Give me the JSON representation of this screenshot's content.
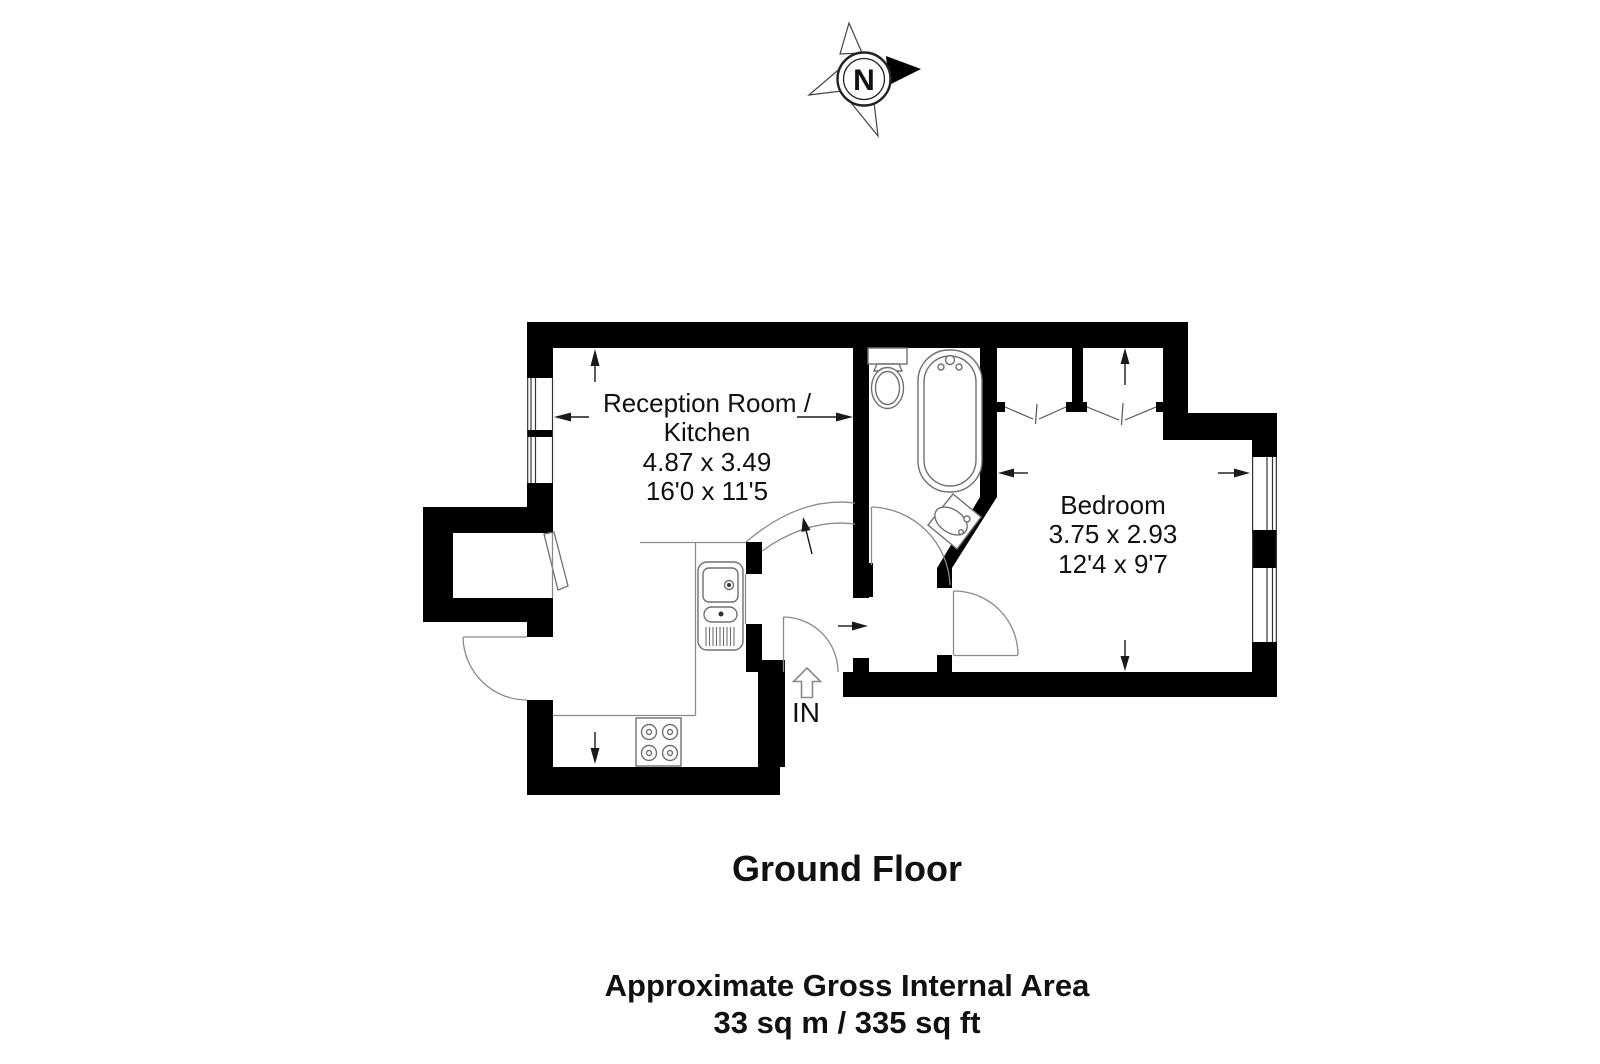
{
  "compass": {
    "north_label": "N"
  },
  "plan": {
    "reception": {
      "name_line1": "Reception Room /",
      "name_line2": "Kitchen",
      "size_metric": "4.87 x 3.49",
      "size_imperial": "16'0 x 11'5"
    },
    "bedroom": {
      "name": "Bedroom",
      "size_metric": "3.75 x 2.93",
      "size_imperial": "12'4 x 9'7"
    },
    "entrance_label": "IN"
  },
  "footer": {
    "floor_title": "Ground Floor",
    "area_heading": "Approximate Gross Internal Area",
    "area_value": "33 sq m / 335 sq ft"
  },
  "colors": {
    "wall": "#000000",
    "dimension_line": "#1a1a1a",
    "fixture_line": "#707070",
    "door_arc": "#8a8a8a",
    "text": "#111111"
  }
}
